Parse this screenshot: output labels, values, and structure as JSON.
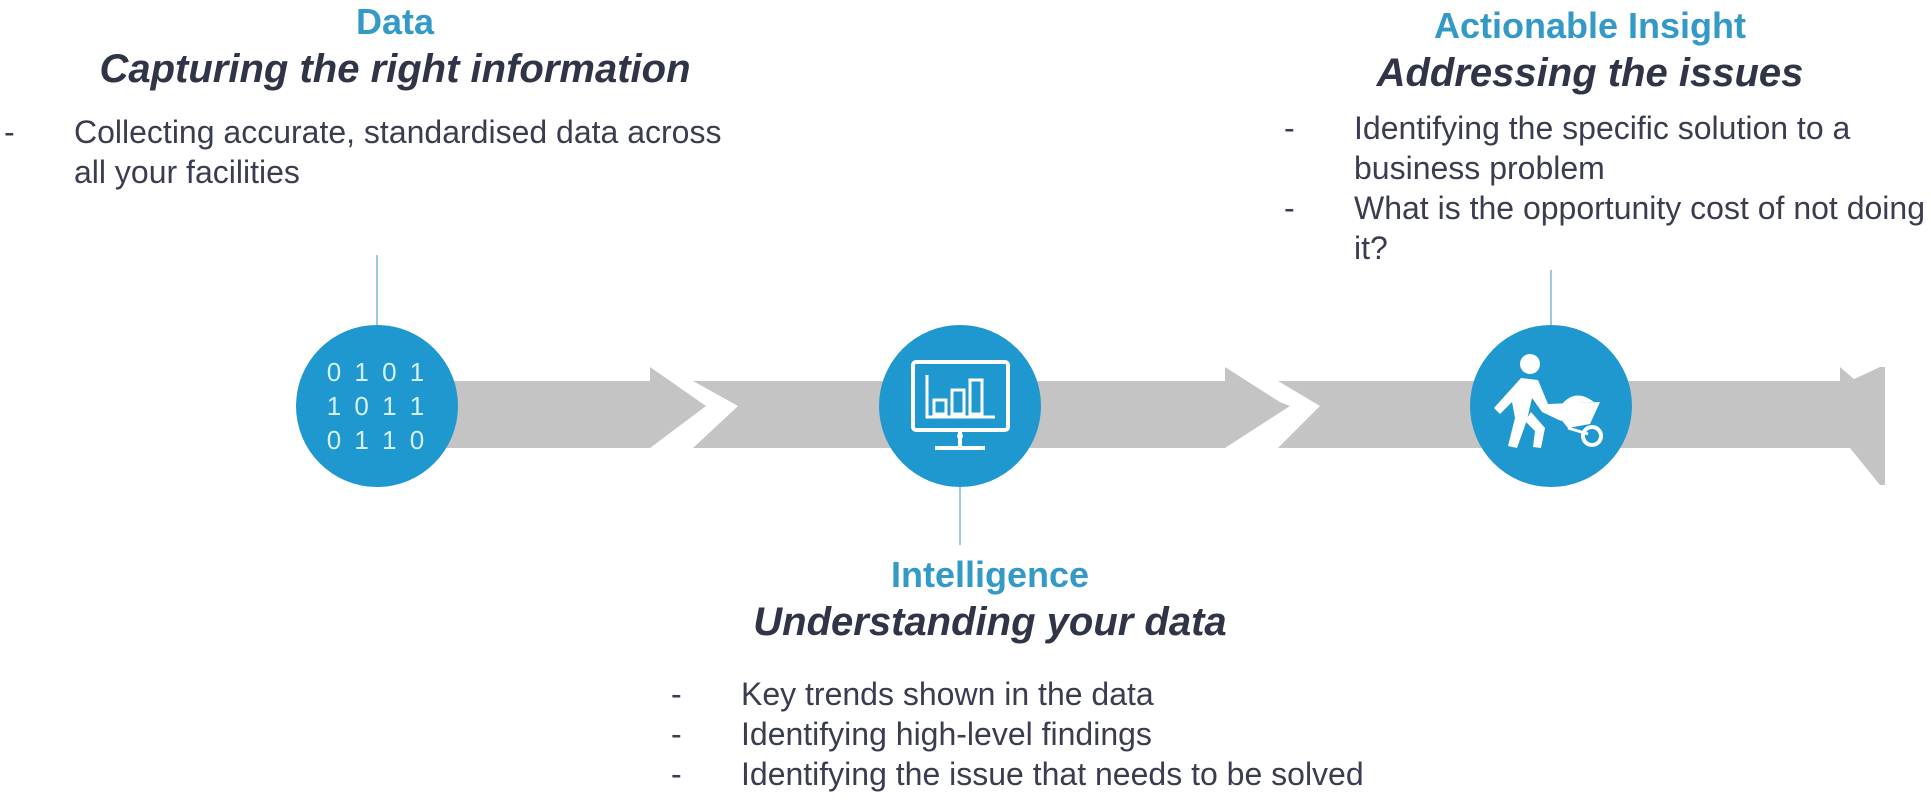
{
  "stages": {
    "data": {
      "title": "Data",
      "subtitle": "Capturing the right information",
      "bullets": [
        "Collecting accurate, standardised data across all your facilities"
      ],
      "icon": "binary-digits-icon",
      "icon_text": [
        "0 1 0 1",
        "1 0 1 1",
        "0 1 1 0"
      ]
    },
    "intelligence": {
      "title": "Intelligence",
      "subtitle": "Understanding your data",
      "bullets": [
        "Key trends shown in the data",
        "Identifying high-level findings",
        "Identifying the issue that needs to be solved"
      ],
      "icon": "monitor-bar-chart-icon"
    },
    "actionable": {
      "title": "Actionable Insight",
      "subtitle": "Addressing the issues",
      "bullets": [
        "Identifying the specific solution to a business problem",
        "What is the opportunity cost of not doing it?"
      ],
      "icon": "worker-wheelbarrow-icon"
    }
  },
  "bullet_marker": "-",
  "colors": {
    "accent": "#3399c6",
    "circle": "#1f97cf",
    "arrow": "#c4c4c4",
    "connector": "#9ec9e0",
    "text": "#3a3d4f",
    "subtitle": "#2f3447"
  }
}
